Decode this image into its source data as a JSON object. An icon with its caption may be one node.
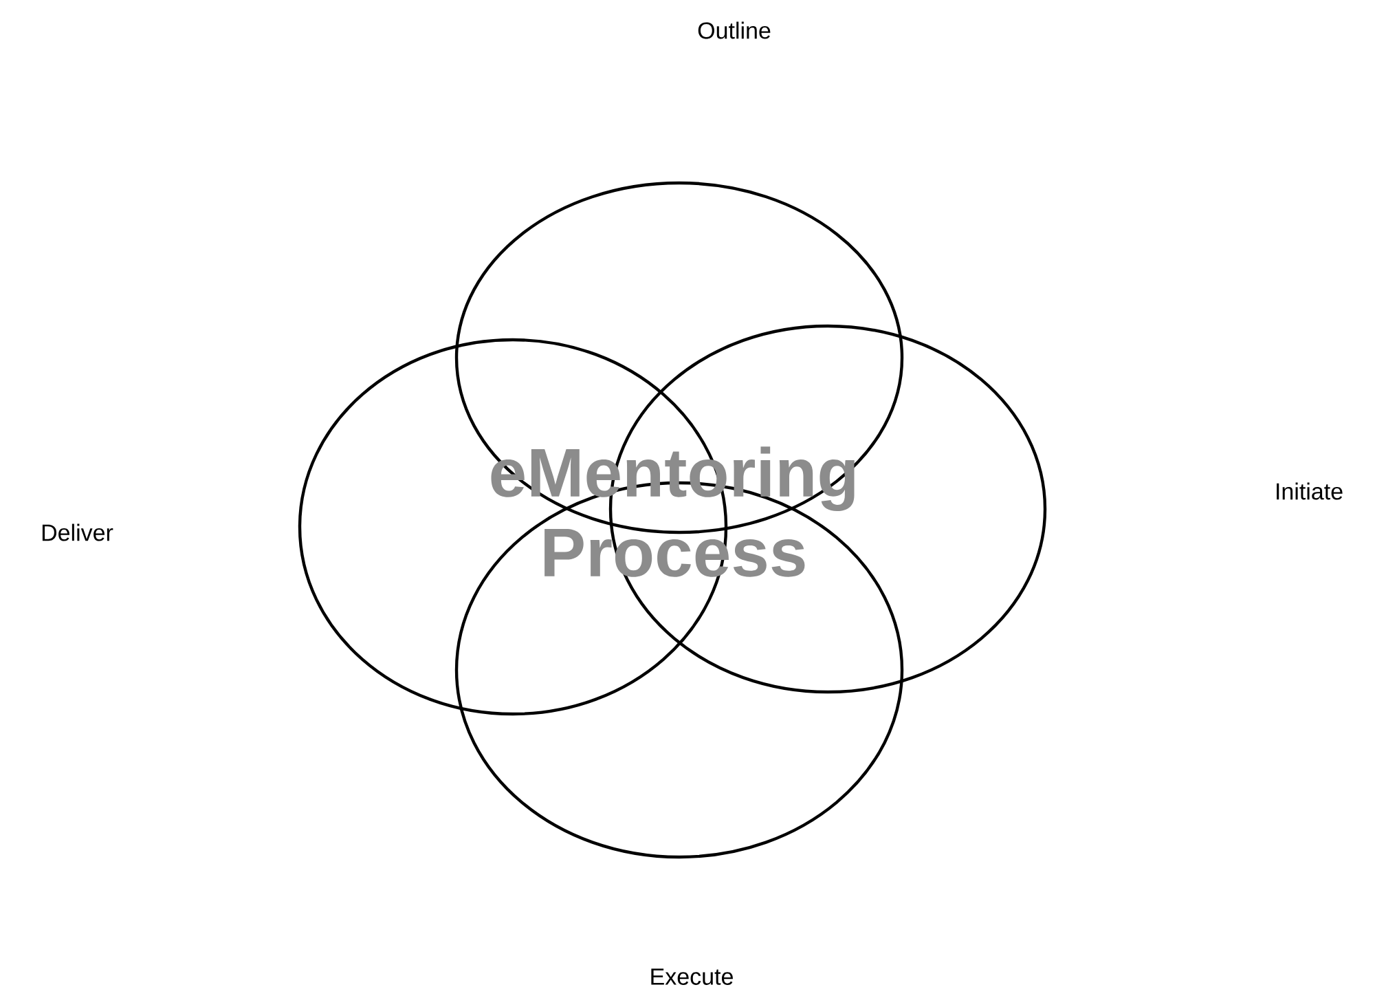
{
  "diagram": {
    "title": "eMentoring Process",
    "nodes": [
      {
        "text": [],
        "shape": "circle"
      },
      {
        "text": [],
        "shape": "circle"
      },
      {
        "text": [],
        "shape": "circle"
      },
      {
        "text": [],
        "shape": "circle"
      }
    ],
    "labels": [
      "Outline",
      "Initiate",
      "Deliver",
      "Execute"
    ]
  }
}
